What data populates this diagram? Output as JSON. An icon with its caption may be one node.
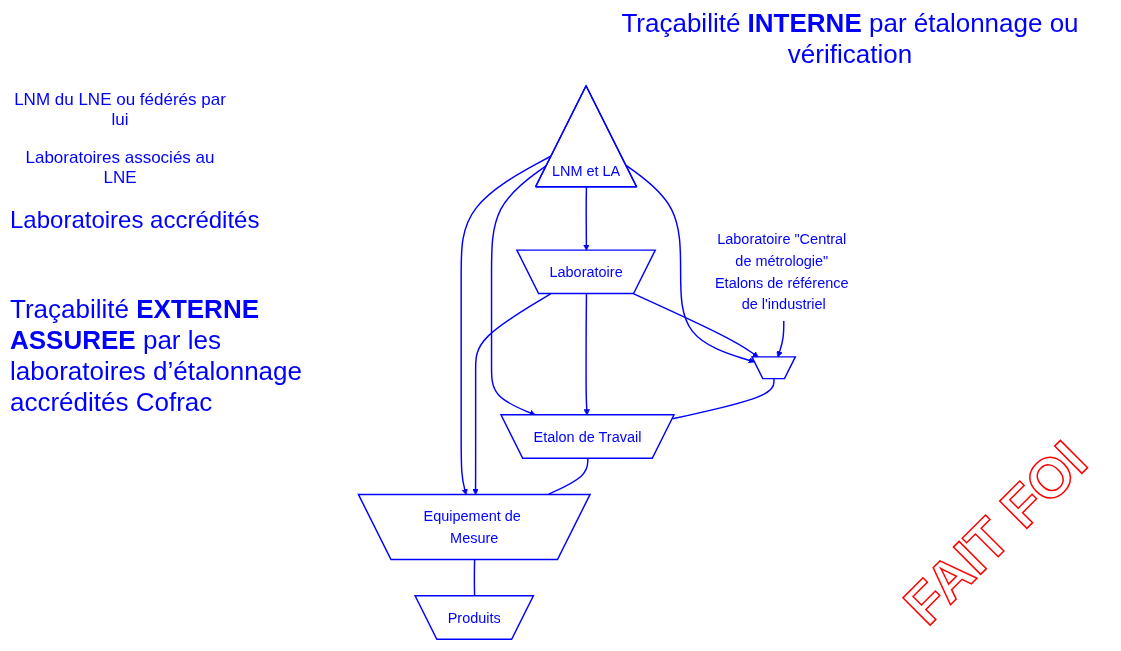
{
  "diagram": {
    "nodes": [
      {
        "text": [
          "LNM et LA"
        ]
      },
      {
        "text": [
          "Laboratoire"
        ]
      },
      {
        "text": [
          "Laboratoire \"Central de métrologie\" Etalons de référence de l'industriel"
        ]
      },
      {
        "text": [],
        "shape": "trapezoid"
      },
      {
        "text": [
          "Etalon de Travail"
        ]
      },
      {
        "text": [
          "Equipement de Mesure"
        ]
      },
      {
        "text": [
          "Produits"
        ]
      }
    ],
    "edges": [
      {
        "from": 0,
        "to": 1,
        "arrow": "to"
      },
      {
        "from": 0,
        "to": 3,
        "arrow": "to"
      },
      {
        "from": 0,
        "to": 4,
        "arrow": "to"
      },
      {
        "from": 0,
        "to": 5,
        "arrow": "to"
      },
      {
        "from": 1,
        "to": 3,
        "arrow": "to"
      },
      {
        "from": 1,
        "to": 4,
        "arrow": "to"
      },
      {
        "from": 1,
        "to": 5,
        "arrow": "to"
      },
      {
        "from": 2,
        "to": 3,
        "arrow": "to"
      },
      {
        "from": 3,
        "to": 4,
        "arrow": "none"
      },
      {
        "from": 4,
        "to": 5,
        "arrow": "none"
      },
      {
        "from": 5,
        "to": 6,
        "arrow": "none"
      }
    ],
    "labels": [
      "Traçabilité **INTERNE** par étalonnage ou vérification",
      "LNM du LNE ou fédérés par lui",
      "Laboratoires associés au LNE",
      "Laboratoires accrédités",
      "Traçabilité **EXTERNE ASSUREE** par les laboratoires d’étalonnage accrédités Cofrac",
      "FAIT FOI"
    ]
  }
}
